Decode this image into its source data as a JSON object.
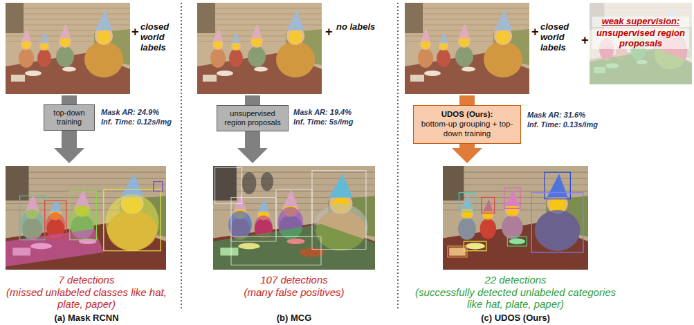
{
  "diagram": {
    "nodes": [
      {
        "text": [
          "top-down training"
        ]
      },
      {
        "text": [
          "unsupervised region proposals"
        ]
      },
      {
        "text": [
          "UDOS (Ours):",
          "bottom-up grouping + top-down training"
        ]
      }
    ],
    "labels": [
      "+",
      "closed world labels",
      "Mask AR: 24.9%",
      "Inf. Time: 0.12s/img",
      "7 detections",
      "(missed unlabeled classes like hat, plate, paper)",
      "(a) Mask RCNN",
      "+",
      "no labels",
      "Mask AR: 19.4%",
      "Inf. Time: 5s/img",
      "107 detections",
      "(many false positives)",
      "(b) MCG",
      "+",
      "closed world labels",
      "+",
      "weak supervision:",
      "unsupervised region proposals",
      "Mask AR: 31.6%",
      "Inf. Time: 0.13s/img",
      "22 detections",
      "(successfully detected unlabeled categories like hat, plate, paper)",
      "(c) UDOS (Ours)"
    ]
  }
}
